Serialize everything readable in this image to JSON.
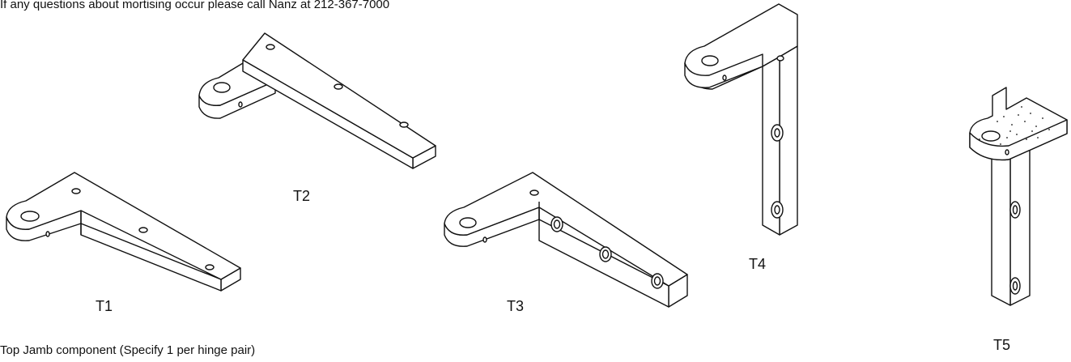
{
  "header_note": "If any questions about mortising occur please call Nanz at 212-367-7000",
  "footer_caption": "Top Jamb component (Specify 1 per hinge pair)",
  "components": [
    {
      "id": "t1",
      "label": "T1"
    },
    {
      "id": "t2",
      "label": "T2"
    },
    {
      "id": "t3",
      "label": "T3"
    },
    {
      "id": "t4",
      "label": "T4"
    },
    {
      "id": "t5",
      "label": "T5"
    }
  ]
}
